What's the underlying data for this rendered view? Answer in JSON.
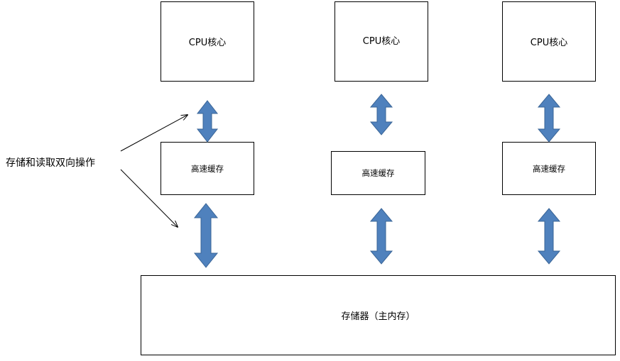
{
  "cores": [
    {
      "label": "CPU核心"
    },
    {
      "label": "CPU核心"
    },
    {
      "label": "CPU核心"
    }
  ],
  "caches": [
    {
      "label": "高速缓存"
    },
    {
      "label": "高速缓存"
    },
    {
      "label": "高速缓存"
    }
  ],
  "memory": {
    "label": "存储器（主内存）"
  },
  "annotation": {
    "label": "存储和读取双向操作"
  },
  "colors": {
    "arrow_fill": "#4f81bd",
    "arrow_stroke": "#3a6597",
    "box_border": "#000000",
    "pointer_line": "#000000"
  }
}
